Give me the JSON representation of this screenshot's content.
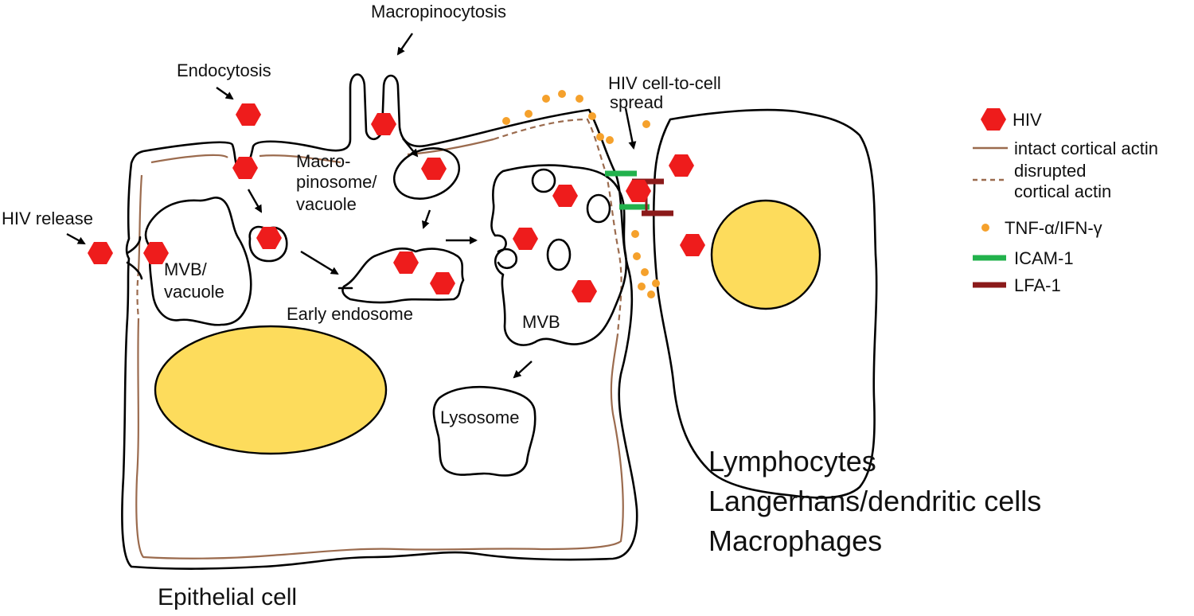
{
  "labels": {
    "macropinocytosis": "Macropinocytosis",
    "endocytosis": "Endocytosis",
    "hiv_spread_1": "HIV cell-to-cell",
    "hiv_spread_2": "spread",
    "hiv_release": "HIV release",
    "macropinosome_1": "Macro-",
    "macropinosome_2": "pinosome/",
    "macropinosome_3": "vacuole",
    "mvb_vacuole_1": "MVB/",
    "mvb_vacuole_2": "vacuole",
    "early_endosome": "Early endosome",
    "mvb": "MVB",
    "lysosome": "Lysosome",
    "epithelial_cell": "Epithelial cell",
    "immune_1": "Lymphocytes",
    "immune_2": "Langerhans/dendritic cells",
    "immune_3": "Macrophages"
  },
  "legend": {
    "hiv": "HIV",
    "intact_actin": "intact cortical actin",
    "disrupted_actin_1": "disrupted",
    "disrupted_actin_2": "cortical actin",
    "cytokines": "TNF-α/IFN-γ",
    "icam": "ICAM-1",
    "lfa": "LFA-1"
  },
  "colors": {
    "hiv": "#ee1c1c",
    "actin": "#9b6b4e",
    "cytokine": "#f5a12c",
    "icam": "#22b24c",
    "lfa": "#8b1a1a",
    "nucleus": "#fddc5c"
  }
}
